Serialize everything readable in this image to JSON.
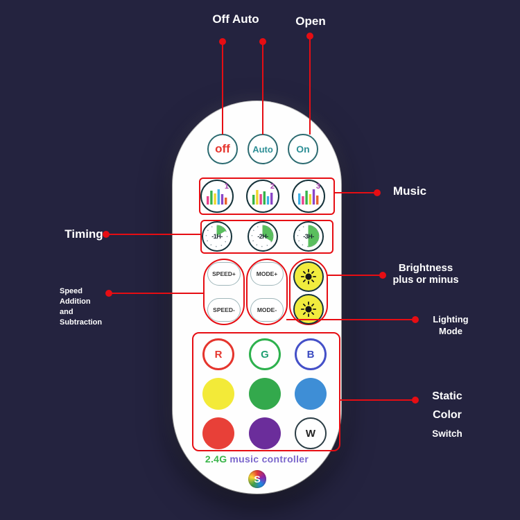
{
  "colors": {
    "background": "#24233f",
    "annotation": "#e60d13",
    "remote_bg": "#fefefe"
  },
  "annotations": {
    "off_auto": "Off Auto",
    "open": "Open",
    "music": "Music",
    "timing": "Timing",
    "brightness_line1": "Brightness",
    "brightness_line2": "plus or minus",
    "speed_line1": "Speed",
    "speed_line2": "Addition",
    "speed_line3": "and",
    "speed_line4": "Subtraction",
    "lighting_line1": "Lighting",
    "lighting_line2": "Mode",
    "static_line1": "Static",
    "static_line2": "Color",
    "static_line3": "Switch"
  },
  "remote": {
    "power_buttons": [
      {
        "label": "off",
        "color": "#e5352d"
      },
      {
        "label": "Auto",
        "color": "#2e8f96"
      },
      {
        "label": "On",
        "color": "#2e8f96"
      }
    ],
    "music_buttons": [
      {
        "number": "1"
      },
      {
        "number": "2"
      },
      {
        "number": "3"
      }
    ],
    "timing_buttons": [
      {
        "label": "-1H-"
      },
      {
        "label": "-2H-"
      },
      {
        "label": "-3H-"
      }
    ],
    "speed_buttons": [
      {
        "label": "SPEED+"
      },
      {
        "label": "SPEED-"
      }
    ],
    "mode_buttons": [
      {
        "label": "MODE+"
      },
      {
        "label": "MODE-"
      }
    ],
    "color_ring_buttons": [
      {
        "label": "R",
        "ring": "#e5352d",
        "text": "#e5352d"
      },
      {
        "label": "G",
        "ring": "#2db14d",
        "text": "#1f9f72"
      },
      {
        "label": "B",
        "ring": "#4450c8",
        "text": "#3a4ac0"
      }
    ],
    "solid_color_buttons": [
      {
        "name": "yellow",
        "color": "#f3ea38"
      },
      {
        "name": "green",
        "color": "#33a94c"
      },
      {
        "name": "blue",
        "color": "#3e8ed6"
      },
      {
        "name": "red",
        "color": "#e84038"
      },
      {
        "name": "purple",
        "color": "#6b2d9b"
      }
    ],
    "white_button": {
      "label": "W"
    },
    "brand": {
      "prefix": "2.4G",
      "suffix": "music controller"
    },
    "logo_letter": "S"
  }
}
